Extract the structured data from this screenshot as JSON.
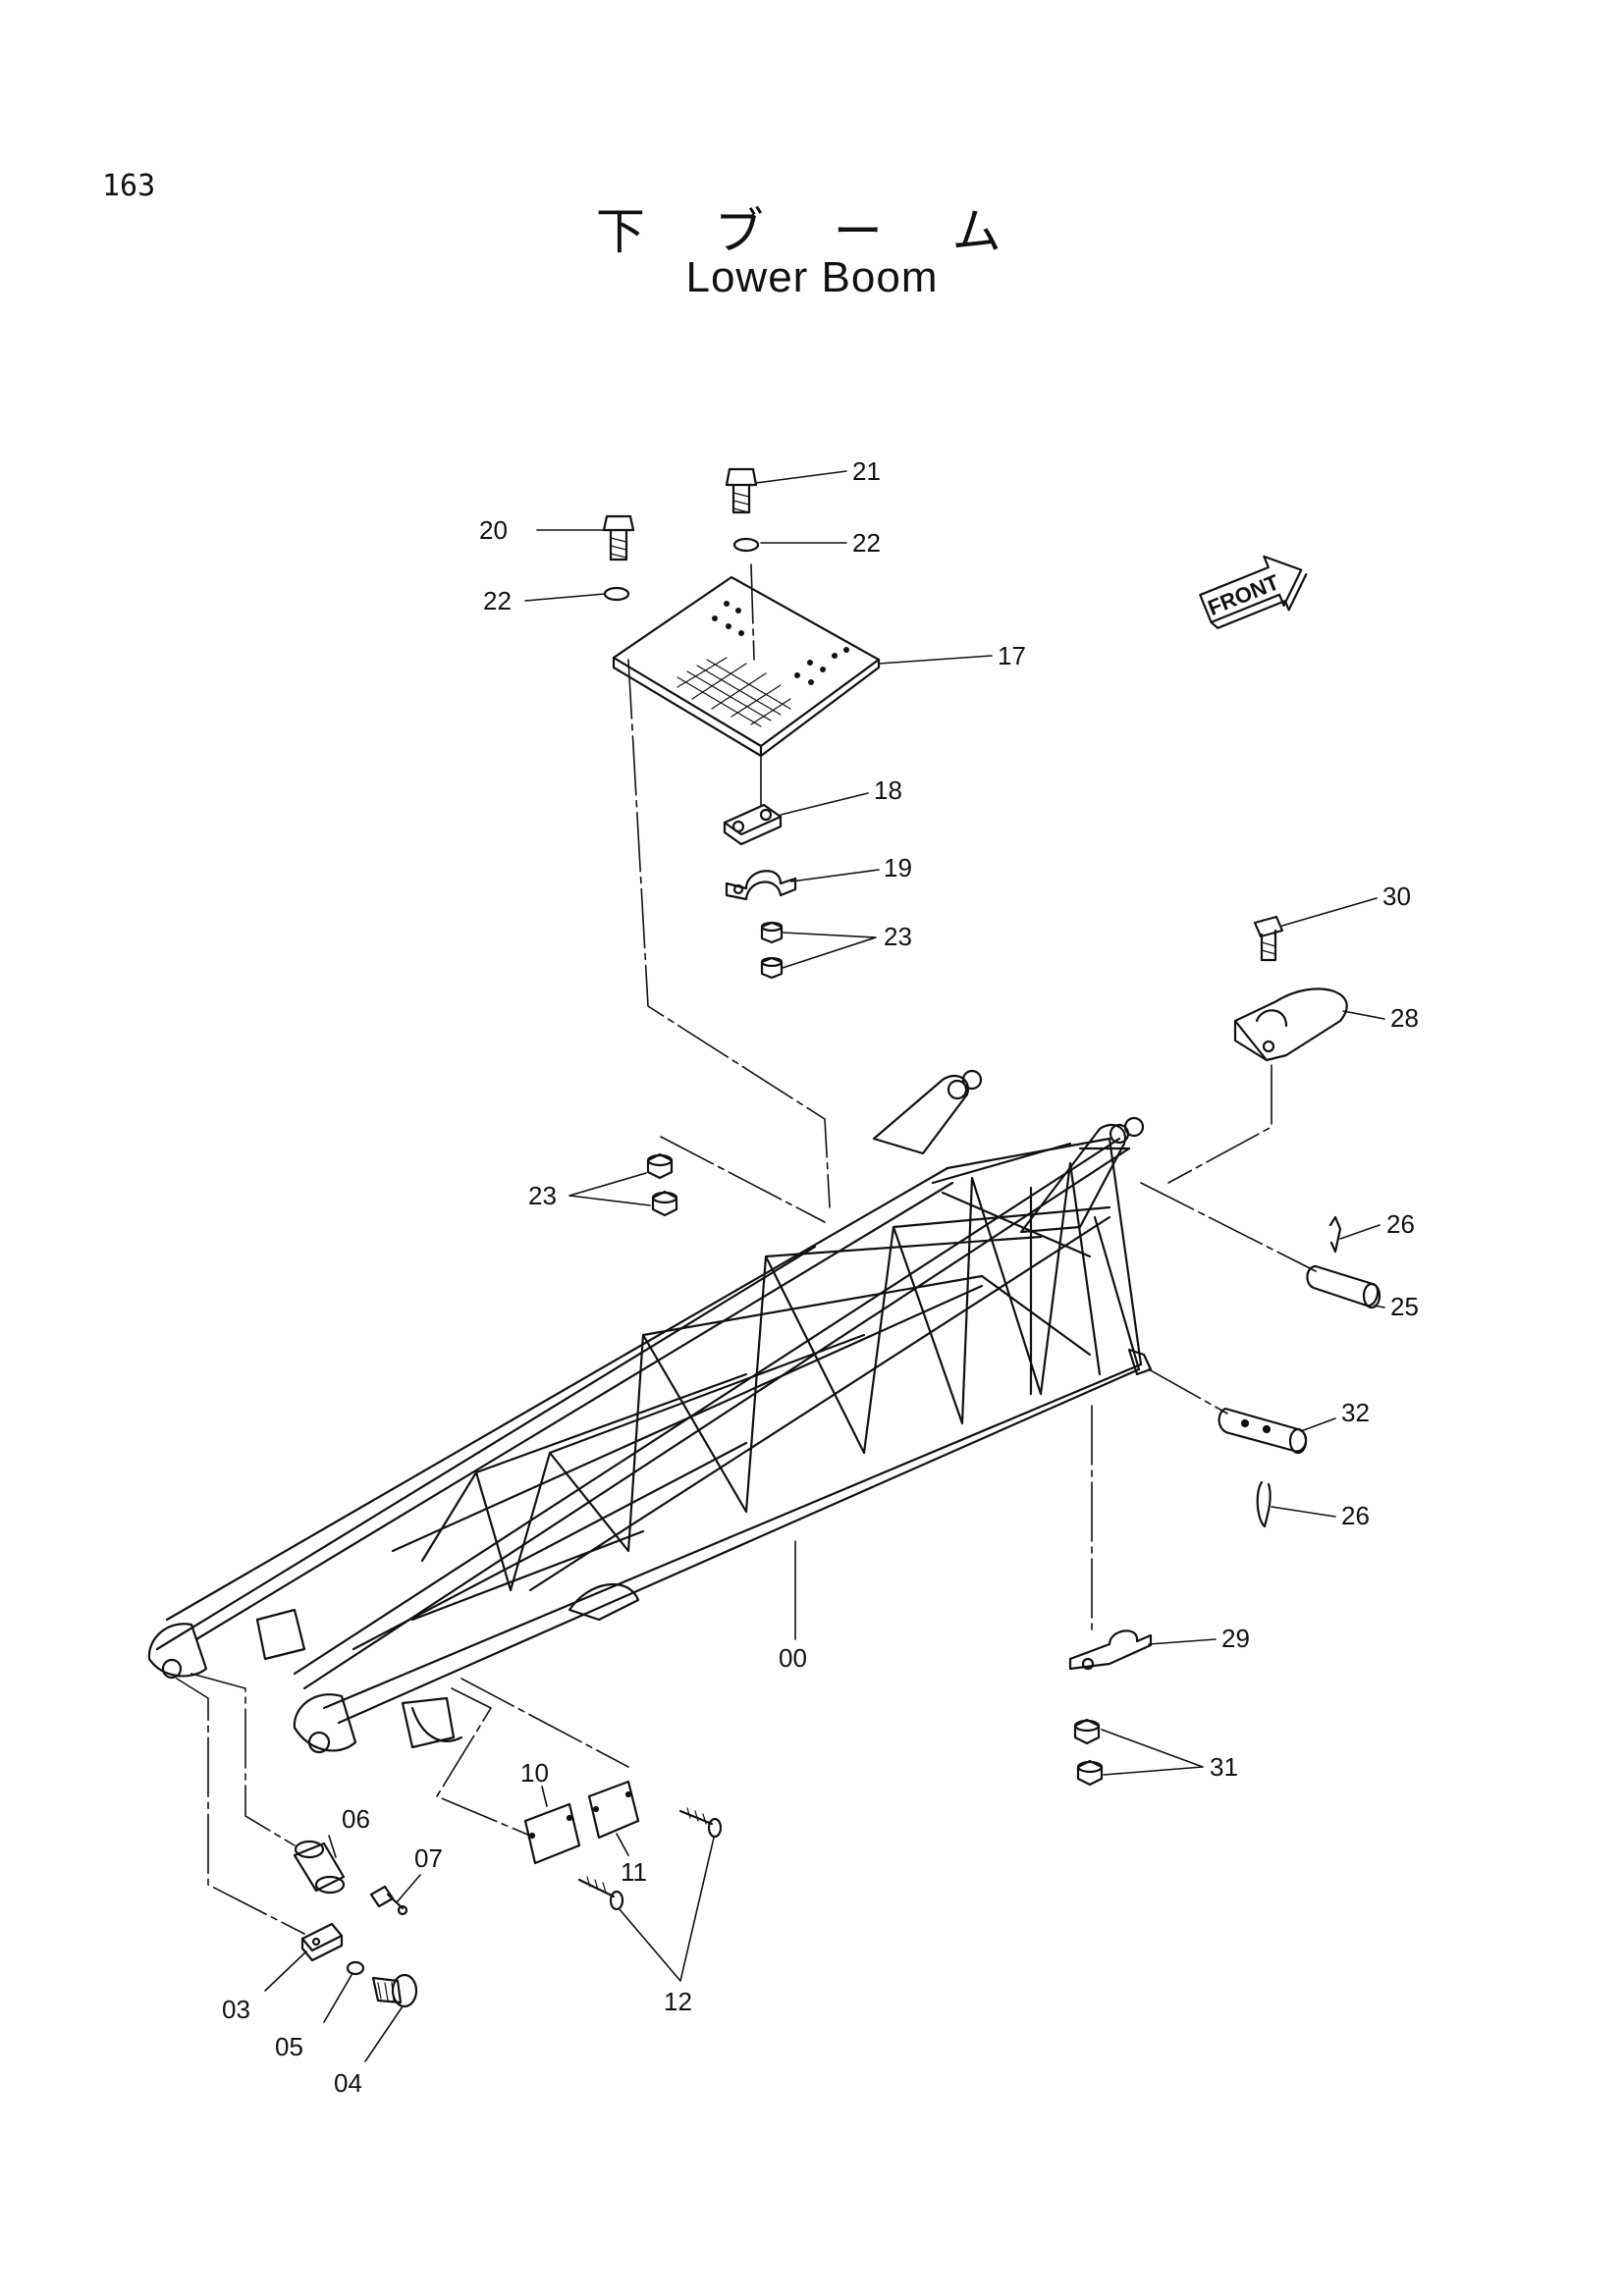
{
  "page_number": "163",
  "title_jp": "下 ブ ー ム",
  "title_en": "Lower Boom",
  "direction_marker": "FRONT",
  "part_labels": {
    "p00": "00",
    "p03": "03",
    "p04": "04",
    "p05": "05",
    "p06": "06",
    "p07": "07",
    "p10": "10",
    "p11": "11",
    "p12": "12",
    "p17": "17",
    "p18": "18",
    "p19": "19",
    "p20": "20",
    "p21": "21",
    "p22a": "22",
    "p22b": "22",
    "p23a": "23",
    "p23b": "23",
    "p25": "25",
    "p26a": "26",
    "p26b": "26",
    "p28": "28",
    "p29": "29",
    "p30": "30",
    "p31": "31",
    "p32": "32"
  }
}
